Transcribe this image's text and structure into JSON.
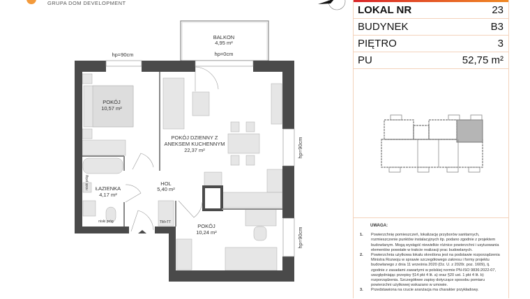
{
  "brand": {
    "tagline": "GRUPA DOM DEVELOPMENT",
    "accent": "#f08a24"
  },
  "info": {
    "rows": [
      {
        "label": "LOKAL NR",
        "value": "23"
      },
      {
        "label": "BUDYNEK",
        "value": "B3"
      },
      {
        "label": "PIĘTRO",
        "value": "3"
      },
      {
        "label": "PU",
        "value": "52,75 m²"
      }
    ]
  },
  "rooms": {
    "balkon": {
      "name": "BALKON",
      "area": "4,95 m²",
      "hp": "hp=0cm"
    },
    "pokoj1": {
      "name": "POKÓJ",
      "area": "10,57 m²"
    },
    "dzienny": {
      "name1": "POKÓJ DZIENNY Z",
      "name2": "ANEKSEM KUCHENNYM",
      "area": "22,37 m²"
    },
    "hol": {
      "name": "HOL",
      "area": "5,40 m²"
    },
    "lazienka": {
      "name": "ŁAZIENKA",
      "area": "4,17 m²"
    },
    "pokoj2": {
      "name": "POKÓJ",
      "area": "10,24 m²"
    }
  },
  "annotations": {
    "hp_top": "hp=90cm",
    "hp_right1": "hp=90cm",
    "hp_right2": "hp=90cm",
    "niski_prog1": "niski próg",
    "niski_prog2": "niski próg",
    "tm": "TM+TT"
  },
  "notes": {
    "title": "UWAGA:",
    "items": [
      {
        "n": "1.",
        "text": "Powierzchnię pomieszczeń, lokalizację przyborów sanitarnych, rozmieszczenie punktów instalacyjnych itp. podano zgodnie z projektem budowlanym. Mogą wystąpić niewielkie różnice powierzchni i usytuowania elementów powstałe w trakcie realizacji prac budowlanych."
      },
      {
        "n": "2.",
        "text": "Powierzchnia użytkowa lokalu określona jest na podstawie rozporządzenia Ministra Rozwoju w sprawie szczegółowego zakresu i formy projektu budowlanego z dnia 11 września 2020 (Dz. U. z 2020r. poz. 1609), tj. zgodnie z zasadami zawartymi w polskiej normie PN-ISO 9836:2022-07, uwzględniając przepisy §14 pkt 4 lit. a) oraz §20 ust. 1 pkt 4 lit. b) rozporządzenia. Szczegółowe zapisy dotyczące sposobu pomiaru powierzchni użytkowej wskazano w umowie."
      },
      {
        "n": "3.",
        "text": "Przedstawiona na rzucie aranżacja ma charakter przykładowy."
      }
    ]
  },
  "colors": {
    "wall": "#4a4a4a",
    "furniture": "#e6e6e6",
    "highlight": "#b5b5b5",
    "panel_border": "#f3d2bb"
  }
}
